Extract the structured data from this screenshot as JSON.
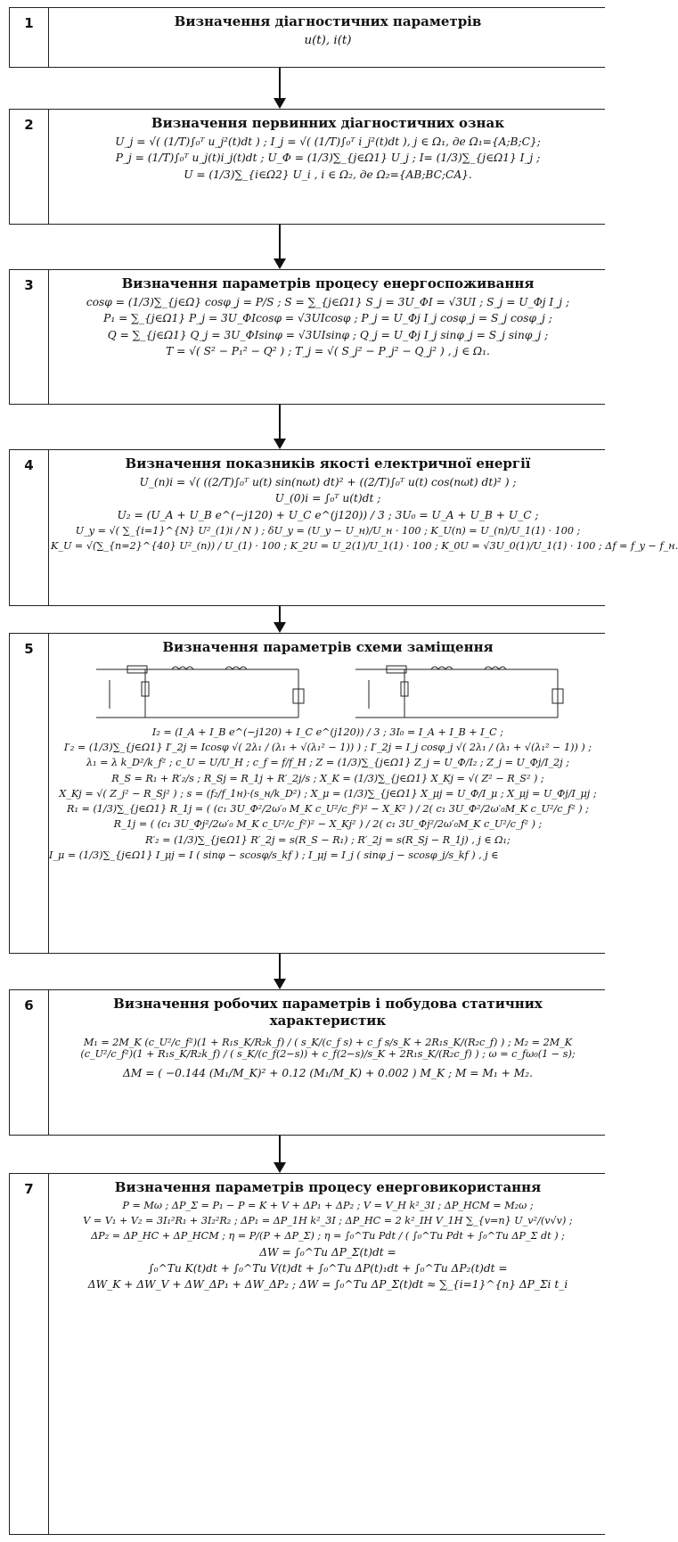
{
  "blocks": [
    {
      "num": "1",
      "title": "Визначення діагностичних параметрів",
      "lines": [
        "u(t), i(t)"
      ]
    },
    {
      "num": "2",
      "title": "Визначення первинних діагностичних ознак",
      "lines": [
        "U_j = √( (1/T)∫₀ᵀ u_j²(t)dt ) ;  I_j = √( (1/T)∫₀ᵀ i_j²(t)dt ),  j ∈ Ω₁, де Ω₁={A;B;C};",
        "P_j = (1/T)∫₀ᵀ u_j(t)i_j(t)dt ;  U_Ф = (1/3)∑_{j∈Ω1} U_j ;  I= (1/3)∑_{j∈Ω1} I_j ;",
        "U = (1/3)∑_{i∈Ω2} U_i ,  i ∈ Ω₂,  де Ω₂={AB;BC;CA}."
      ]
    },
    {
      "num": "3",
      "title": "Визначення параметрів процесу енергоспоживання",
      "lines": [
        "cosφ = (1/3)∑_{j∈Ω} cosφ_j = P/S ;  S = ∑_{j∈Ω1} S_j = 3U_ФI = √3UI ;  S_j = U_Фj I_j ;",
        "P₁ = ∑_{j∈Ω1} P_j = 3U_ФIcosφ = √3UIcosφ ;  P_j = U_Фj I_j cosφ_j = S_j cosφ_j ;",
        "Q = ∑_{j∈Ω1} Q_j = 3U_ФIsinφ = √3UIsinφ ;  Q_j = U_Фj I_j sinφ_j = S_j sinφ_j ;",
        "T = √( S² − P₁² − Q² ) ;  T_j = √( S_j² − P_j² − Q_j² ) ,  j ∈ Ω₁."
      ]
    },
    {
      "num": "4",
      "title": "Визначення показників якості електричної енергії",
      "lines": [
        "U_(n)i = √( ((2/T)∫₀ᵀ u(t) sin(nωt) dt)² + ((2/T)∫₀ᵀ u(t) cos(nωt) dt)² ) ;",
        "U_(0)i = ∫₀ᵀ u(t)dt ;",
        "U₂ = (U_A + U_B e^(−j120) + U_C e^(j120)) / 3 ;  3U₀ = U_A + U_B + U_C ;",
        "U_y = √( ∑_{i=1}^{N} U²_(1)i / N ) ;  δU_y = (U_y − U_н)/U_н · 100 ;  K_U(n) = U_(n)/U_1(1) · 100 ;",
        "K_U = √(∑_{n=2}^{40} U²_(n)) / U_(1) · 100 ;  K_2U = U_2(1)/U_1(1) · 100 ;  K_0U = √3U_0(1)/U_1(1) · 100 ;  Δf = f_y − f_н."
      ]
    },
    {
      "num": "5",
      "title": "Визначення параметрів схеми заміщення",
      "lines": [
        "I₂ = (I_A + I_B e^(−j120) + I_C e^(j120)) / 3 ;  3I₀ = I_A + I_B + I_C ;",
        "I′₂ = (1/3)∑_{j∈Ω1} I′_2j = Icosφ √( 2λ₁ / (λ₁ + √(λ₁² − 1)) ) ;  I′_2j = I_j cosφ_j √( 2λ₁ / (λ₁ + √(λ₁² − 1)) ) ;",
        "λ₁ = λ k_D²/k_f² ;  c_U = U/U_H ;  c_f = f/f_H ;  Z = (1/3)∑_{j∈Ω1} Z_j = U_Ф/I₂ ;  Z_j = U_Фj/I_2j ;",
        "R_S = R₁ + R′₂/s ;  R_Sj = R_1j + R′_2j/s ;  X_K = (1/3)∑_{j∈Ω1} X_Kj = √( Z² − R_S² ) ;",
        "X_Kj = √( Z_j² − R_Sj² ) ;  s = (f₂/f_1н)·(s_н/k_D²) ;  X_μ = (1/3)∑_{j∈Ω1} X_μj = U_Ф/I_μ ;  X_μj = U_Фj/I_μj ;",
        "R₁ = (1/3)∑_{j∈Ω1} R_1j = ( (c₁ 3U_Ф²/2ω′₀ M_K c_U²/c_f²)² − X_K² ) / 2( c₁ 3U_Ф²/2ω′₀M_K c_U²/c_f² ) ;",
        "R_1j = ( (c₁ 3U_Фj²/2ω′₀ M_K c_U²/c_f²)² − X_Kj² ) / 2( c₁ 3U_Фj²/2ω′₀M_K c_U²/c_f² ) ;",
        "R′₂ = (1/3)∑_{j∈Ω1} R′_2j = s(R_S − R₁) ;  R′_2j = s(R_Sj − R_1j) ,  j ∈ Ω₁;",
        "I_μ = (1/3)∑_{j∈Ω1} I_μj = I ( sinφ − scosφ/s_kf ) ;  I_μj = I_j ( sinφ_j − scosφ_j/s_kf ) ,  j ∈"
      ]
    },
    {
      "num": "6",
      "title": "Визначення робочих параметрів і побудова статичних характеристик",
      "lines": [
        "M₁ = 2M_K (c_U²/c_f²)(1 + R₁s_K/R₂k_f) / ( s_K/(c_f s) + c_f s/s_K + 2R₁s_K/(R₂c_f) ) ;  M₂ = 2M_K (c_U²/c_f²)(1 + R₁s_K/R₂k_f) / ( s_K/(c_f(2−s)) + c_f(2−s)/s_K + 2R₁s_K/(R₂c_f) ) ;  ω = c_fω₀(1 − s);",
        "ΔM = ( −0.144 (M₁/M_K)² + 0.12 (M₁/M_K) + 0.002 ) M_K ;  M = M₁ + M₂."
      ]
    },
    {
      "num": "7",
      "title": "Визначення параметрів процесу енерговикористання",
      "lines": [
        "P = Mω ;  ΔP_Σ = P₁ − P = K + V + ΔP₁ + ΔP₂ ;  V = V_H k²_3I ;  ΔP_HCM = M₂ω ;",
        "V = V₁ + V₂ = 3I₁²R₁ + 3I₂²R₂ ;  ΔP₁ = ΔP_1H k²_3I ;  ΔP_HC = 2 k²_IH V_1H ∑_{v=n} U_v²/(v√v) ;",
        "ΔP₂ = ΔP_HC + ΔP_HCM ;  η = P/(P + ΔP_Σ) ;  η = ∫₀^Tu Pdt / ( ∫₀^Tu Pdt + ∫₀^Tu ΔP_Σ dt ) ;",
        "ΔW = ∫₀^Tu ΔP_Σ(t)dt =",
        "∫₀^Tu K(t)dt + ∫₀^Tu V(t)dt + ∫₀^Tu ΔP(t)₁dt + ∫₀^Tu ΔP₂(t)dt =",
        "ΔW_K + ΔW_V + ΔW_ΔP₁ + ΔW_ΔP₂ ;  ΔW = ∫₀^Tu ΔP_Σ(t)dt ≈ ∑_{i=1}^{n} ΔP_Σi t_i"
      ]
    }
  ],
  "colors": {
    "line": "#222222",
    "text": "#111111",
    "background": "#ffffff"
  }
}
